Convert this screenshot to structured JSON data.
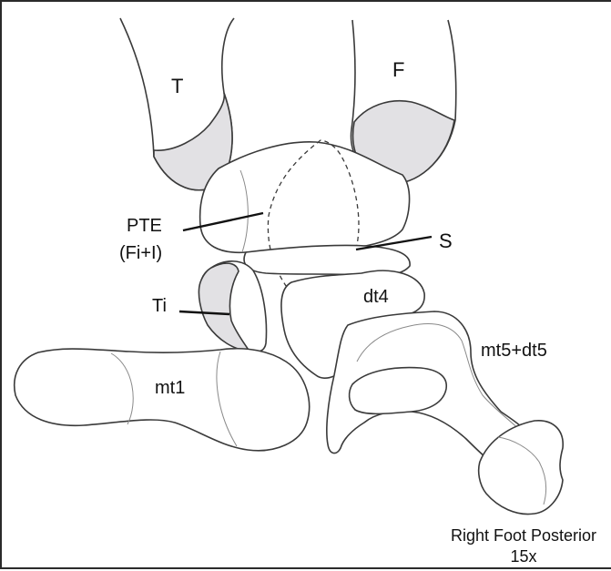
{
  "labels": {
    "tibia": "T",
    "fibula": "F",
    "pte_line1": "PTE",
    "pte_line2": "(Fi+I)",
    "s": "S",
    "ti": "Ti",
    "dt4": "dt4",
    "mt1": "mt1",
    "mt5dt5": "mt5+dt5"
  },
  "caption": {
    "line1": "Right Foot Posterior",
    "line2": "15x"
  },
  "colors": {
    "outline": "#3a3a3a",
    "shaded_surface": "#e2e1e4"
  }
}
